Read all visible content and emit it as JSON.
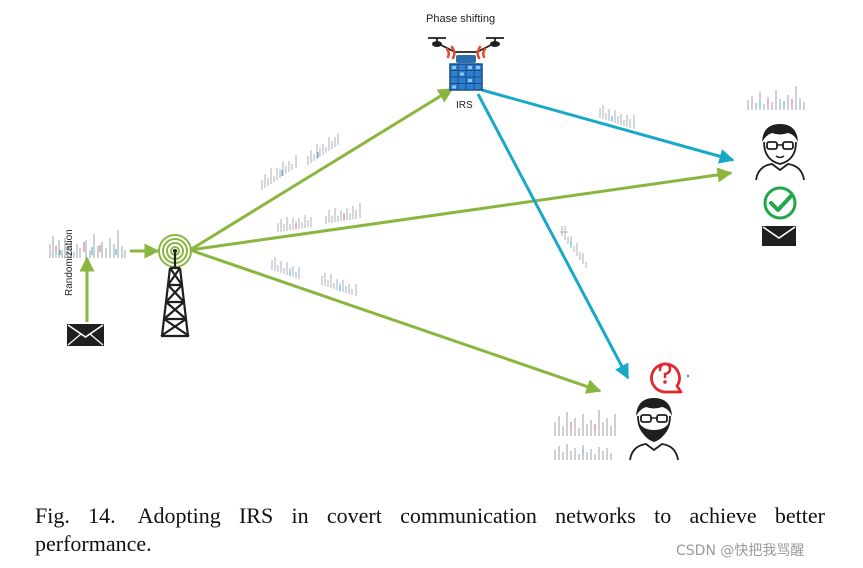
{
  "labels": {
    "phase_shifting": "Phase shifting",
    "irs": "IRS",
    "randomization": "Randomization"
  },
  "caption": {
    "number": "Fig. 14.",
    "text": "Adopting IRS in covert communication networks to achieve better performance."
  },
  "watermark": "CSDN @快把我骂醒",
  "colors": {
    "green_link": "#8ab63f",
    "blue_link": "#19a9c8",
    "signal_red": "#e44a2a",
    "check_green": "#1fa84a",
    "question_red": "#e0282e",
    "irs_blue": "#2e7fd0",
    "dark": "#1f1f1f"
  },
  "icons": [
    "envelope-icon",
    "antenna-tower-icon",
    "drone-icon",
    "irs-panel-icon",
    "user-icon",
    "warden-icon",
    "checkmark-icon",
    "question-bubble-icon",
    "signal-waveform-icon"
  ]
}
